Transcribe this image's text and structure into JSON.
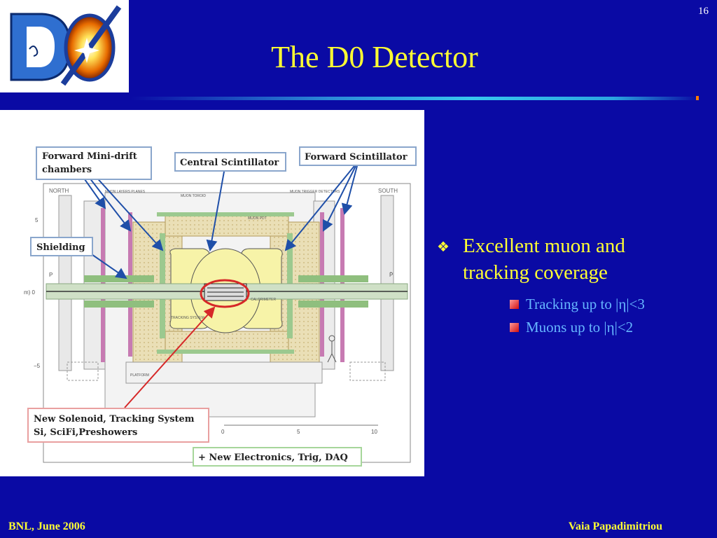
{
  "slide": {
    "number": "16",
    "title": "The D0 Detector"
  },
  "figure": {
    "callouts": {
      "forward_minidrift": [
        "Forward Mini-drift",
        "chambers"
      ],
      "central_scint": "Central Scintillator",
      "forward_scint": "Forward Scintillator",
      "shielding": "Shielding",
      "new_solenoid": [
        "New Solenoid, Tracking System",
        "Si, SciFi,Preshowers"
      ],
      "new_electronics": "+ New Electronics, Trig, DAQ"
    },
    "drawing_labels": {
      "north": "NORTH",
      "south": "SOUTH",
      "muon_planes": "MUON LAYERS PLANES",
      "muon_toroid": "MUON TOROID",
      "muon_trigger": "MUON TRIGGER DETECTORS",
      "muon_pdt": "MUON PDT",
      "calorimeter": "CALORIMETER",
      "tracking": "TRACKING SYSTEM",
      "platform": "PLATFORM",
      "p_left": "P",
      "p_right": "P̄",
      "axis_m0": "m) 0",
      "axis_5": "5",
      "axis_m5": "−5",
      "scale_0": "0",
      "scale_5": "5",
      "scale_10": "10"
    }
  },
  "bullets": {
    "main": [
      "Excellent muon and",
      "tracking coverage"
    ],
    "subs": [
      "Tracking up to |η|<3",
      "Muons up to |η|<2"
    ]
  },
  "footer": {
    "left": "BNL, June 2006",
    "right": "Vaia Papadimitriou"
  },
  "colors": {
    "background": "#0a0aa4",
    "title": "#ffff33",
    "sub_bullet_text": "#66b6ff",
    "callout_blue": "#1f4fa8",
    "callout_red": "#d62828"
  }
}
